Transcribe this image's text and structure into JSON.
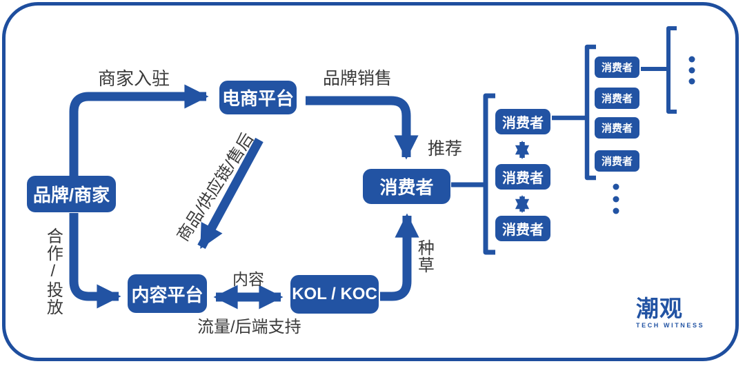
{
  "colors": {
    "primary": "#2253A3",
    "frame_border": "#1E4E9E",
    "label_text": "#3A3A3A",
    "node_text": "#FFFFFF",
    "background": "#FFFFFF"
  },
  "nodes": {
    "brand": "品牌/商家",
    "ecommerce": "电商平台",
    "content": "内容平台",
    "kol": "KOL / KOC",
    "consumer": "消费者",
    "consumer_level1": [
      "消费者",
      "消费者",
      "消费者"
    ],
    "consumer_level2": [
      "消费者",
      "消费者",
      "消费者",
      "消费者"
    ]
  },
  "edge_labels": {
    "merchant_onboarding": "商家入驻",
    "brand_sales": "品牌销售",
    "recommend": "推荐",
    "goods_supply_aftersales": "商品/供应链/售后",
    "cooperation_placement": "合作/投放",
    "content_label": "内容",
    "traffic_backend_support": "流量/后端支持",
    "seeding": "种草"
  },
  "logo": {
    "wordmark": "潮观",
    "tagline": "TECH WITNESS"
  }
}
